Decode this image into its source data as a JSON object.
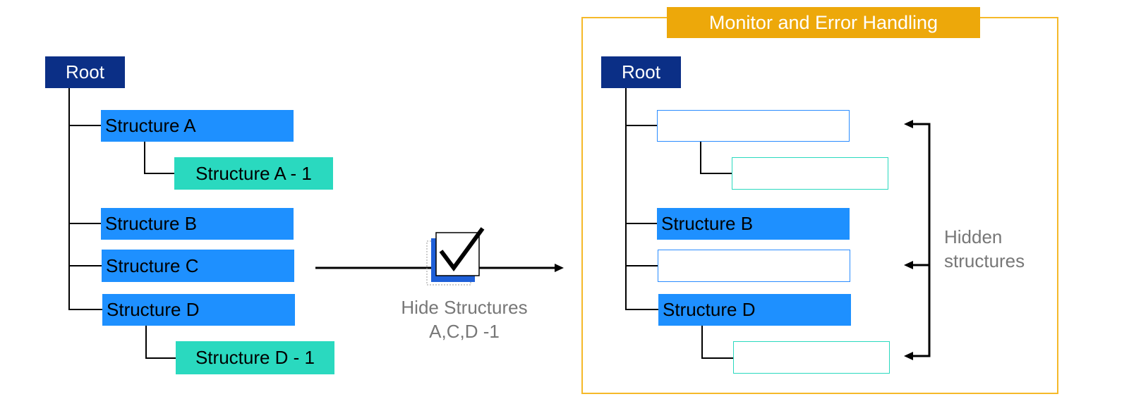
{
  "left_tree": {
    "root": "Root",
    "structure_a": "Structure A",
    "structure_a1": "Structure A - 1",
    "structure_b": "Structure B",
    "structure_c": "Structure C",
    "structure_d": "Structure D",
    "structure_d1": "Structure D - 1"
  },
  "action": {
    "caption_line1": "Hide Structures",
    "caption_line2": "A,C,D -1",
    "icon": "checkbox-check-icon"
  },
  "right_panel": {
    "title": "Monitor and Error Handling",
    "root": "Root",
    "structure_b": "Structure B",
    "structure_d": "Structure D",
    "hidden_label_line1": "Hidden",
    "hidden_label_line2": "structures"
  },
  "colors": {
    "root": "#0b2f86",
    "structure": "#1e90ff",
    "sub_structure": "#2ad9bf",
    "panel_border": "#f5b929",
    "panel_title": "#eda80a"
  }
}
